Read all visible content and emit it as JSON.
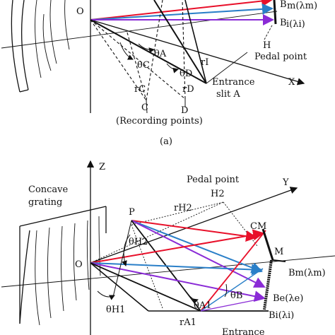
{
  "top": {
    "origin": "O",
    "rays_end_1": "B",
    "rays_end_2": "B",
    "lambda_m": "m(λm)",
    "lambda_i": "i(λi)",
    "H": "H",
    "pedal_point": "Pedal point",
    "X": "X",
    "entrance_line1": "Entrance",
    "entrance_line2": "slit A",
    "C": "C",
    "D": "D",
    "recording_points": "(Recording points)",
    "thetaA": "θA",
    "thetaC": "θC",
    "thetaD": "θD",
    "rI": "rI",
    "rC": "rC",
    "rD": "rD"
  },
  "caption_a": "(a)",
  "bottom": {
    "Z": "Z",
    "Y": "Y",
    "concave_line1": "Concave",
    "concave_line2": "grating",
    "pedal_point": "Pedal point",
    "H2": "H2",
    "rH2": "rH2",
    "P": "P",
    "thetaH2": "θH2",
    "CM": "CM",
    "M": "M",
    "O": "O",
    "Bm": "Bm(λm)",
    "Be": "Be(λe)",
    "Bi": "Bi(λi)",
    "thetaH1": "θH1",
    "thetaA1": "θA1",
    "thetaB": "θB",
    "rA1": "rA1",
    "entrance": "Entrance"
  },
  "colors": {
    "red": "#e8102a",
    "blue": "#2a7fc8",
    "purple": "#8a2bd6",
    "black": "#111111"
  }
}
